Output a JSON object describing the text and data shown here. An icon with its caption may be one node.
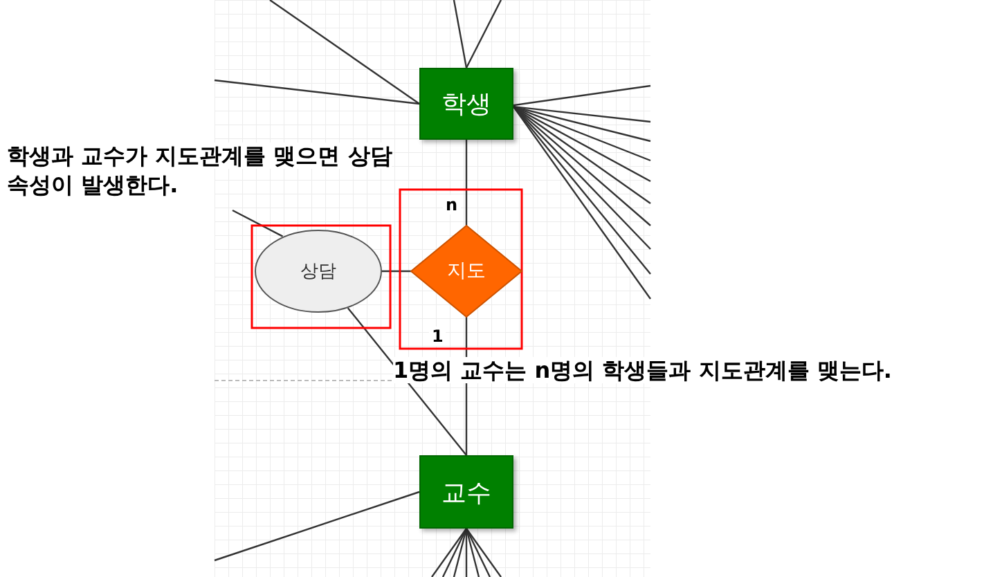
{
  "diagram": {
    "nodes": [
      {
        "text": [
          "학생"
        ]
      },
      {
        "text": [
          "지도"
        ]
      },
      {
        "text": [
          "상담"
        ]
      },
      {
        "text": [
          "교수"
        ]
      }
    ],
    "edges": [
      {
        "from": 0,
        "to": 1,
        "arrow": "none",
        "label": "n"
      },
      {
        "from": 1,
        "to": 3,
        "arrow": "none",
        "label": "1"
      },
      {
        "from": 2,
        "to": 1,
        "arrow": "none"
      },
      {
        "from": 2,
        "to": 3,
        "arrow": "none"
      },
      {
        "from": null,
        "to": 0,
        "arrow": "none"
      },
      {
        "from": null,
        "to": 0,
        "arrow": "none"
      },
      {
        "from": null,
        "to": 0,
        "arrow": "none"
      },
      {
        "from": null,
        "to": 0,
        "arrow": "none"
      },
      {
        "from": null,
        "to": 0,
        "arrow": "none"
      },
      {
        "from": null,
        "to": 0,
        "arrow": "none"
      },
      {
        "from": null,
        "to": 0,
        "arrow": "none"
      },
      {
        "from": null,
        "to": 0,
        "arrow": "none"
      },
      {
        "from": null,
        "to": 0,
        "arrow": "none"
      },
      {
        "from": null,
        "to": 0,
        "arrow": "none"
      },
      {
        "from": null,
        "to": 0,
        "arrow": "none"
      },
      {
        "from": null,
        "to": 0,
        "arrow": "none"
      },
      {
        "from": null,
        "to": 0,
        "arrow": "none"
      },
      {
        "from": null,
        "to": 0,
        "arrow": "none"
      },
      {
        "from": null,
        "to": 3,
        "arrow": "none"
      },
      {
        "from": null,
        "to": 3,
        "arrow": "none"
      },
      {
        "from": null,
        "to": 3,
        "arrow": "none"
      },
      {
        "from": null,
        "to": 3,
        "arrow": "none"
      },
      {
        "from": null,
        "to": 3,
        "arrow": "none"
      },
      {
        "from": null,
        "to": 3,
        "arrow": "none"
      },
      {
        "from": null,
        "to": 3,
        "arrow": "none"
      },
      {
        "from": null,
        "to": 3,
        "arrow": "none"
      },
      {
        "from": null,
        "to": 2,
        "arrow": "none"
      }
    ],
    "labels": [
      "학생과 교수가 지도관계를 맺으면 상담 속성이 발생한다.",
      "1명의 교수는 n명의 학생들과 지도관계를 맺는다."
    ]
  }
}
